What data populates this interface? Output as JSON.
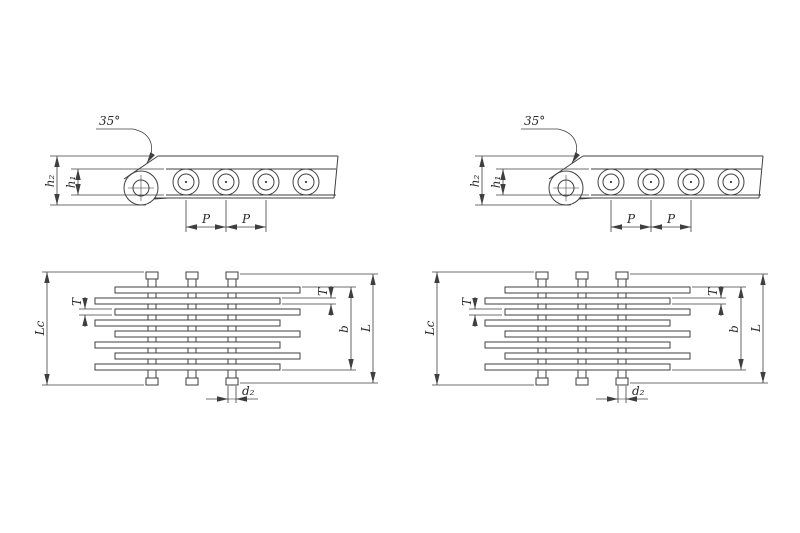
{
  "drawing": {
    "background": "#ffffff",
    "line_color": "#3f3f3f",
    "description": "Leaf chain engineering drawing, two variants: side elevation with clevis end plate and pitch dimensions, and plan view of laminated plate lacing with pin dimensions"
  },
  "figures": {
    "left": {
      "side_view": {
        "angle": "35°",
        "h2": "h₂",
        "h1": "h₁",
        "p1": "P",
        "p2": "P"
      },
      "plan_view": {
        "lc": "Lc",
        "t1": "T",
        "t2": "T",
        "b": "b",
        "l": "L",
        "d2": "d₂"
      }
    },
    "right": {
      "side_view": {
        "angle": "35°",
        "h2": "h₂",
        "h1": "h₁",
        "p1": "P",
        "p2": "P"
      },
      "plan_view": {
        "lc": "Lc",
        "t1": "T",
        "t2": "T",
        "b": "b",
        "l": "L",
        "d2": "d₂"
      }
    }
  }
}
